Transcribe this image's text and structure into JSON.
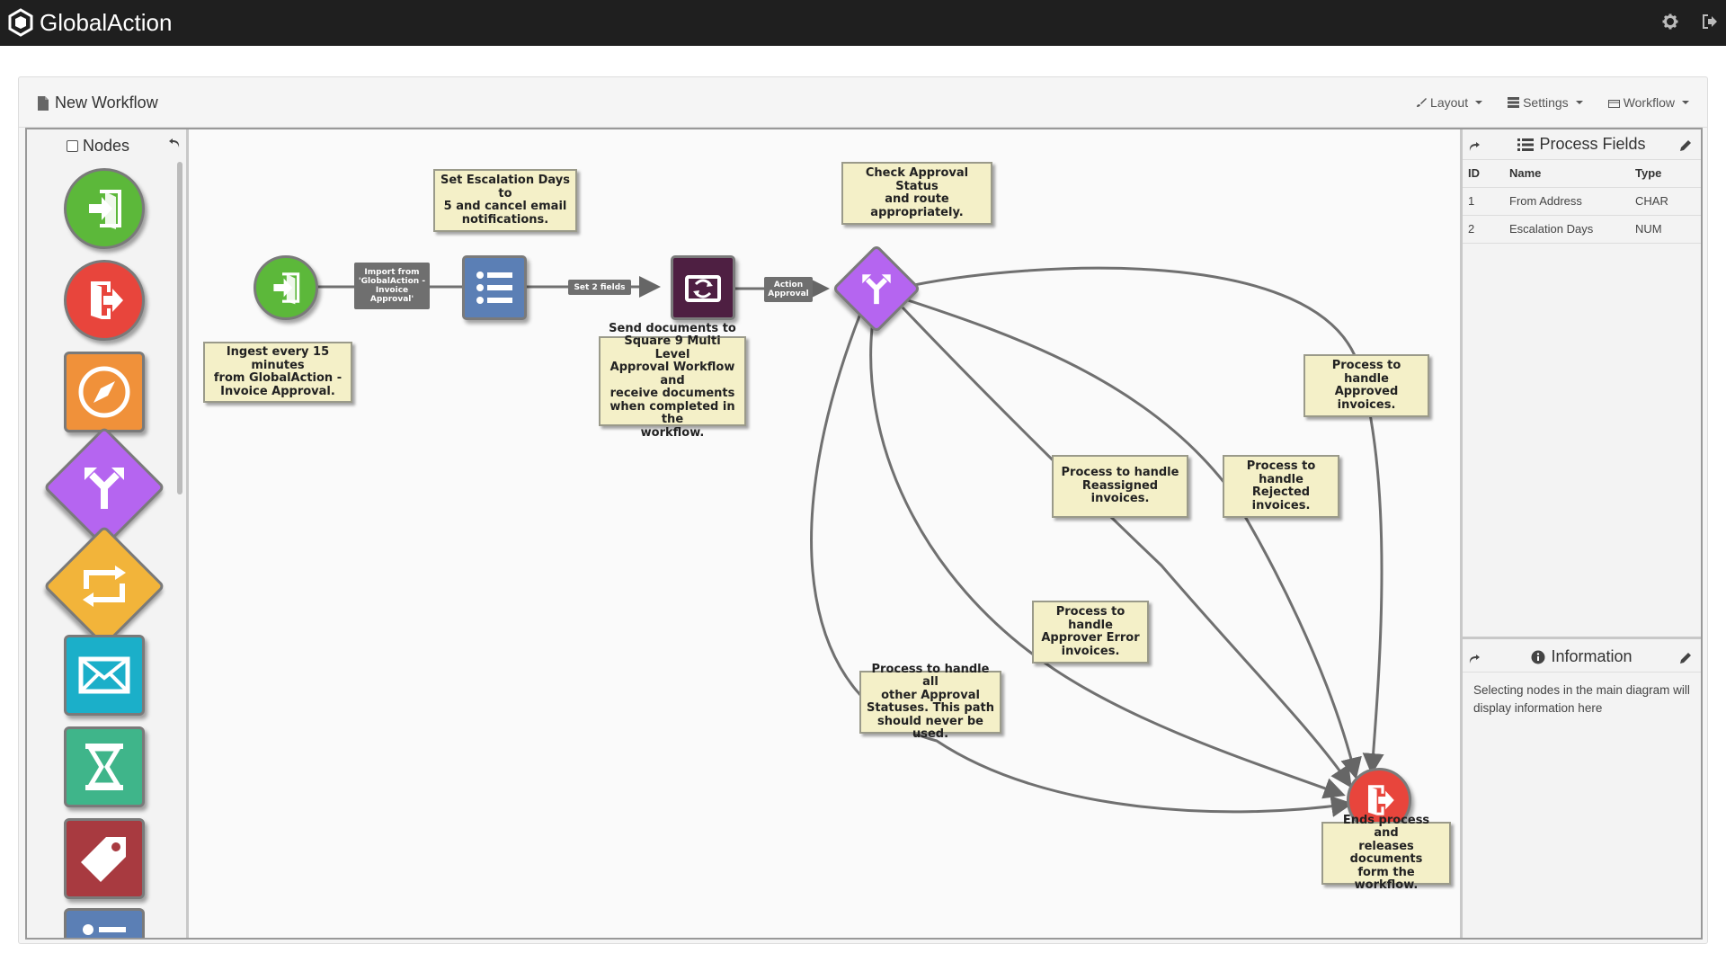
{
  "app": {
    "brand": "GlobalAction"
  },
  "header": {
    "title": "New Workflow",
    "menus": [
      {
        "label": "Layout",
        "icon": "brush-icon"
      },
      {
        "label": "Settings",
        "icon": "list-settings-icon"
      },
      {
        "label": "Workflow",
        "icon": "workflow-icon"
      }
    ]
  },
  "nodes_panel": {
    "title": "Nodes",
    "items": [
      {
        "name": "start-node",
        "icon": "sign-in-icon",
        "shape": "circle",
        "color": "#5cb83a"
      },
      {
        "name": "end-node",
        "icon": "sign-out-icon",
        "shape": "circle",
        "color": "#e8453c"
      },
      {
        "name": "browse-node",
        "icon": "compass-icon",
        "shape": "square",
        "color": "#f0913a"
      },
      {
        "name": "decision-node",
        "icon": "branch-icon",
        "shape": "diamond",
        "color": "#b565f0"
      },
      {
        "name": "loop-node",
        "icon": "retweet-icon",
        "shape": "diamond",
        "color": "#f2b43a"
      },
      {
        "name": "email-node",
        "icon": "envelope-icon",
        "shape": "square",
        "color": "#1bafc9"
      },
      {
        "name": "wait-node",
        "icon": "hourglass-icon",
        "shape": "square",
        "color": "#3fb58a"
      },
      {
        "name": "tag-node",
        "icon": "tag-icon",
        "shape": "square",
        "color": "#a83a40"
      },
      {
        "name": "form-node",
        "icon": "form-icon",
        "shape": "square",
        "color": "#5b7fb5"
      }
    ]
  },
  "diagram": {
    "edge_labels": [
      "Import from\n'GlobalAction -\nInvoice\nApproval'",
      "Set 2 fields",
      "Action\nApproval"
    ],
    "notes": [
      "Set Escalation Days to\n5 and cancel email\nnotifications.",
      "Check Approval Status\nand route appropriately.",
      "Ingest every 15 minutes\nfrom GlobalAction -\nInvoice Approval.",
      "Send documents to\nSquare 9 Multi Level\nApproval Workflow and\nreceive documents\nwhen completed in the\nworkflow.",
      "Process to handle\nApproved invoices.",
      "Process to handle\nReassigned invoices.",
      "Process to handle\nRejected invoices.",
      "Process to handle\nApprover Error\ninvoices.",
      "Process to handle all\nother Approval\nStatuses.  This path\nshould never be used.",
      "Ends process and\nreleases documents\nform the workflow."
    ]
  },
  "process_fields": {
    "title": "Process Fields",
    "columns": [
      "ID",
      "Name",
      "Type"
    ],
    "rows": [
      [
        "1",
        "From Address",
        "CHAR"
      ],
      [
        "2",
        "Escalation Days",
        "NUM"
      ]
    ]
  },
  "information": {
    "title": "Information",
    "text": "Selecting nodes in the main diagram will display information here"
  }
}
